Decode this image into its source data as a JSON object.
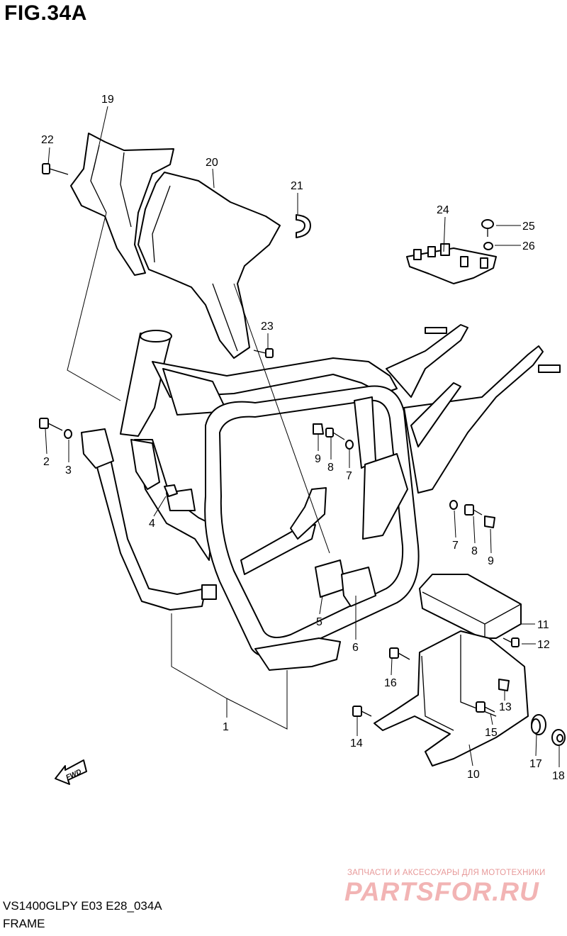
{
  "figure": {
    "title": "FIG.34A",
    "model_code": "VS1400GLPY E03 E28_034A",
    "section": "FRAME"
  },
  "callouts": [
    "1",
    "2",
    "3",
    "4",
    "5",
    "6",
    "7",
    "7",
    "8",
    "8",
    "9",
    "9",
    "10",
    "11",
    "12",
    "13",
    "14",
    "15",
    "16",
    "17",
    "18",
    "19",
    "20",
    "21",
    "22",
    "23",
    "24",
    "25",
    "26"
  ],
  "fwd_arrow_label": "FWD",
  "watermark": {
    "tagline": "ЗАПЧАСТИ И АКСЕССУАРЫ ДЛЯ МОТОТЕХНИКИ",
    "brand": "PARTSFOR.RU"
  }
}
